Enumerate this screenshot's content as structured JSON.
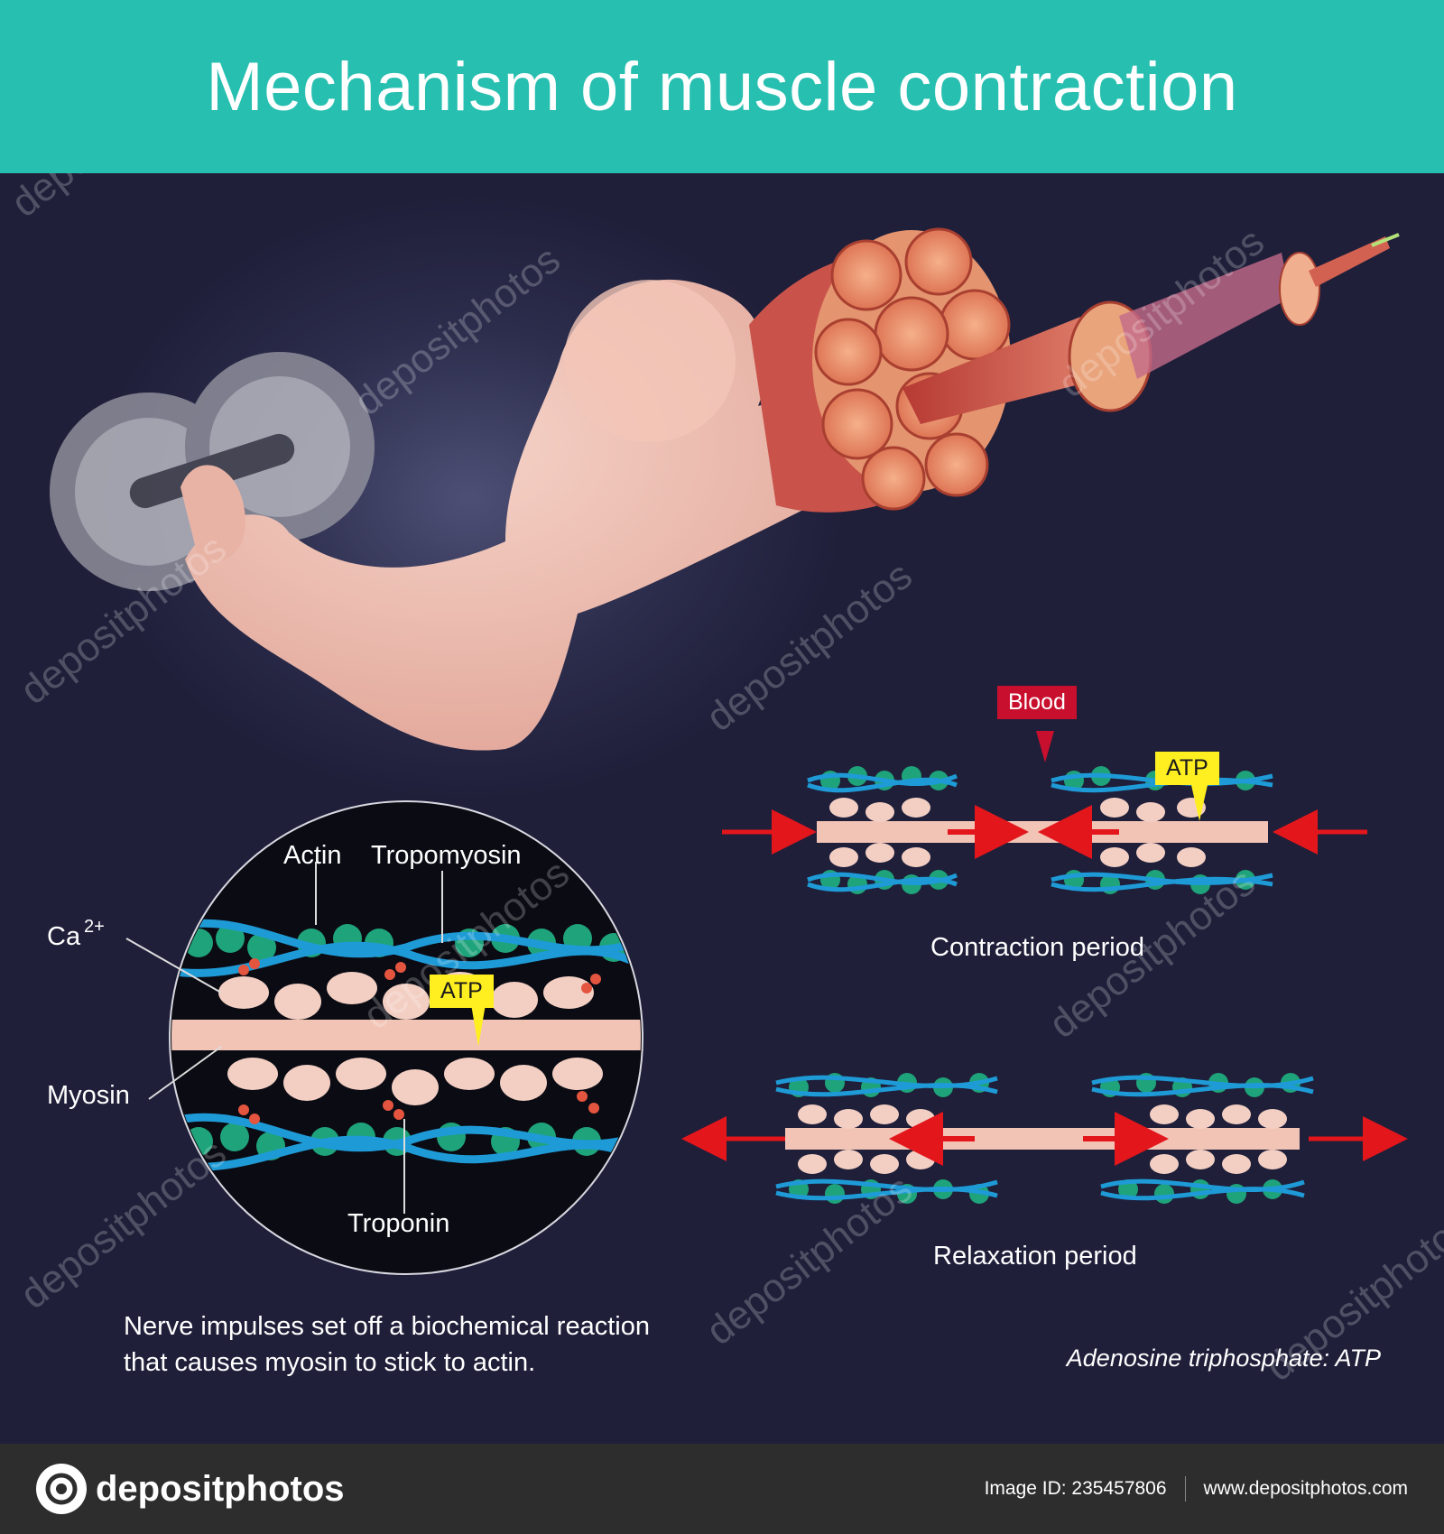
{
  "title": "Mechanism of muscle contraction",
  "labels": {
    "actin": "Actin",
    "tropomyosin": "Tropomyosin",
    "calcium": "Ca",
    "calcium_charge": "2+",
    "atp_zoom": "ATP",
    "myosin": "Myosin",
    "troponin": "Troponin",
    "blood": "Blood",
    "atp_top": "ATP",
    "contraction": "Contraction period",
    "relaxation": "Relaxation period"
  },
  "caption": {
    "line1": "Nerve impulses set off a biochemical reaction",
    "line2": "that causes myosin to stick to actin."
  },
  "note": "Adenosine triphosphate: ATP",
  "watermark_text": "depositphotos",
  "footer": {
    "brand": "depositphotos",
    "image_id": "Image ID: 235457806",
    "site": "www.depositphotos.com"
  },
  "colors": {
    "header": "#27bfb0",
    "background": "#1f1f3a",
    "actin": "#1fa37a",
    "tropomyosin": "#1e9bd7",
    "myosin": "#f2c4b6",
    "arrow": "#e3161b",
    "atp_tag": "#ffef21",
    "blood_tag": "#c8102e"
  }
}
